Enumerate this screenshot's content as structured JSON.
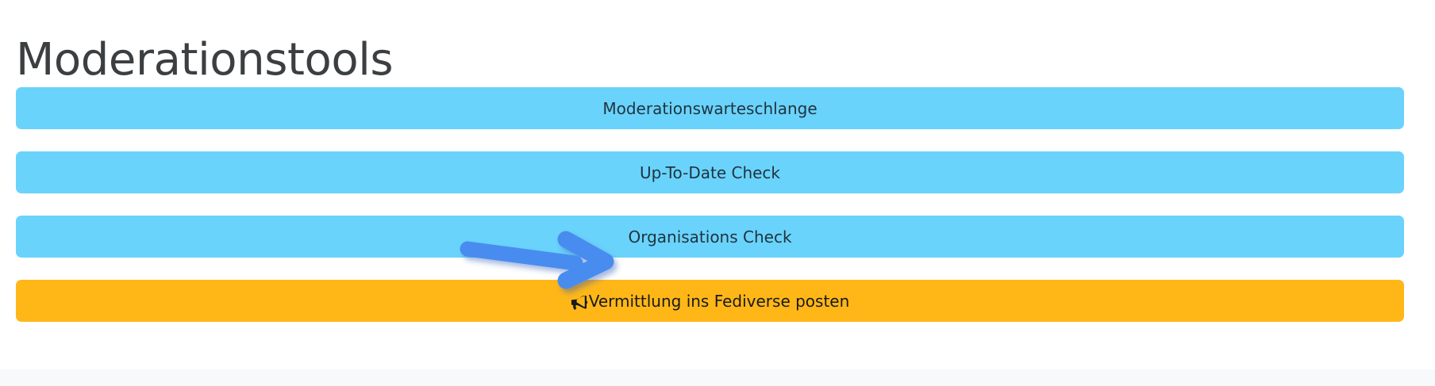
{
  "page": {
    "title": "Moderationstools",
    "background_color": "#ffffff",
    "title_color": "#3b3f42",
    "footer_strip_color": "#f8f9fa"
  },
  "tools": {
    "buttons": [
      {
        "label": "Moderationswarteschlange",
        "style": "cyan",
        "color": "#6ad3fb",
        "text_color": "#1f3340",
        "icon": null
      },
      {
        "label": "Up-To-Date Check",
        "style": "cyan",
        "color": "#6ad3fb",
        "text_color": "#1f3340",
        "icon": null
      },
      {
        "label": "Organisations Check",
        "style": "cyan",
        "color": "#6ad3fb",
        "text_color": "#1f3340",
        "icon": null
      },
      {
        "label": "Vermittlung ins Fediverse posten",
        "style": "amber",
        "color": "#ffb718",
        "text_color": "#1a1a1a",
        "icon": "bullhorn-icon"
      }
    ]
  },
  "annotation": {
    "arrow": {
      "name": "pointer-arrow",
      "color": "#4a8cf0",
      "points_to": "Organisations Check",
      "direction": "right"
    }
  }
}
